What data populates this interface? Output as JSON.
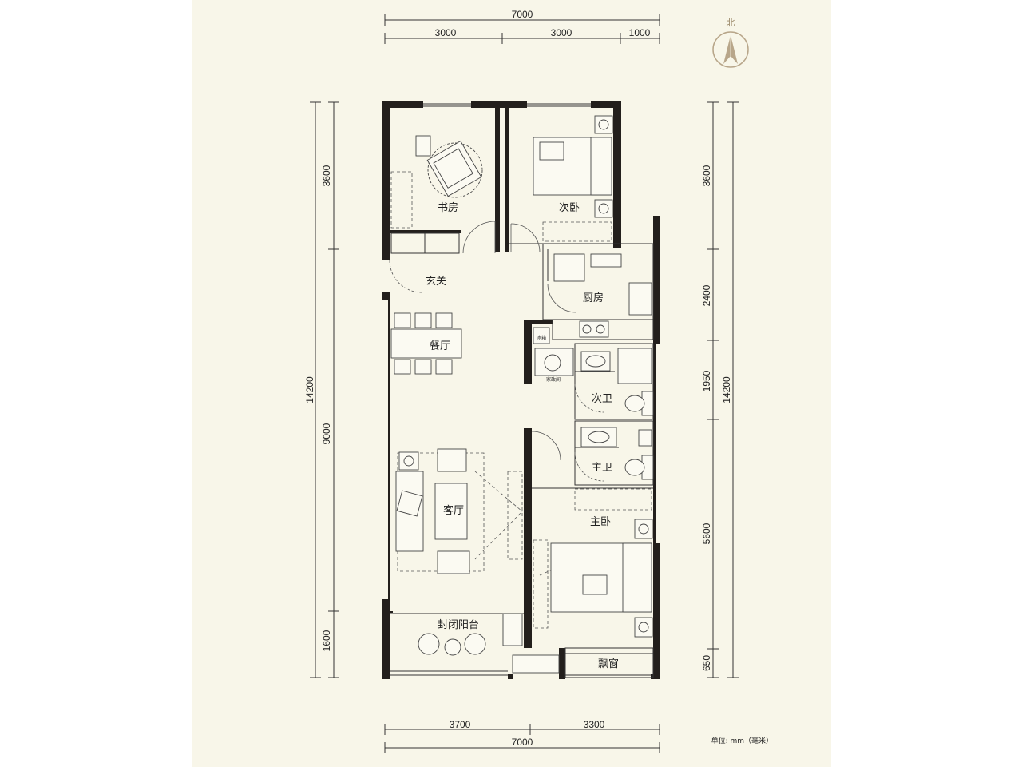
{
  "colors": {
    "paper": "#f8f6e9",
    "wall": "#231f1c",
    "line": "#3a3a3a",
    "compass": "#b8a68a"
  },
  "compass": {
    "label": "北"
  },
  "dimensions": {
    "top_total": "7000",
    "top_segments": [
      "3000",
      "3000",
      "1000"
    ],
    "bottom_segments": [
      "3700",
      "3300"
    ],
    "bottom_total": "7000",
    "left_total": "14200",
    "left_segments": [
      "3600",
      "9000",
      "1600"
    ],
    "right_total": "14200",
    "right_segments": [
      "3600",
      "2400",
      "1950",
      "5600",
      "650"
    ]
  },
  "rooms": {
    "study": "书房",
    "second_bedroom": "次卧",
    "entrance": "玄关",
    "kitchen": "厨房",
    "dining": "餐厅",
    "second_bath": "次卫",
    "master_bath": "主卫",
    "living": "客厅",
    "master_bedroom": "主卧",
    "balcony": "封闭阳台",
    "bay_window": "飘窗"
  },
  "fixtures": {
    "laundry": "家政间",
    "fridge": "冰箱"
  },
  "unit_note": "单位: mm（毫米）"
}
